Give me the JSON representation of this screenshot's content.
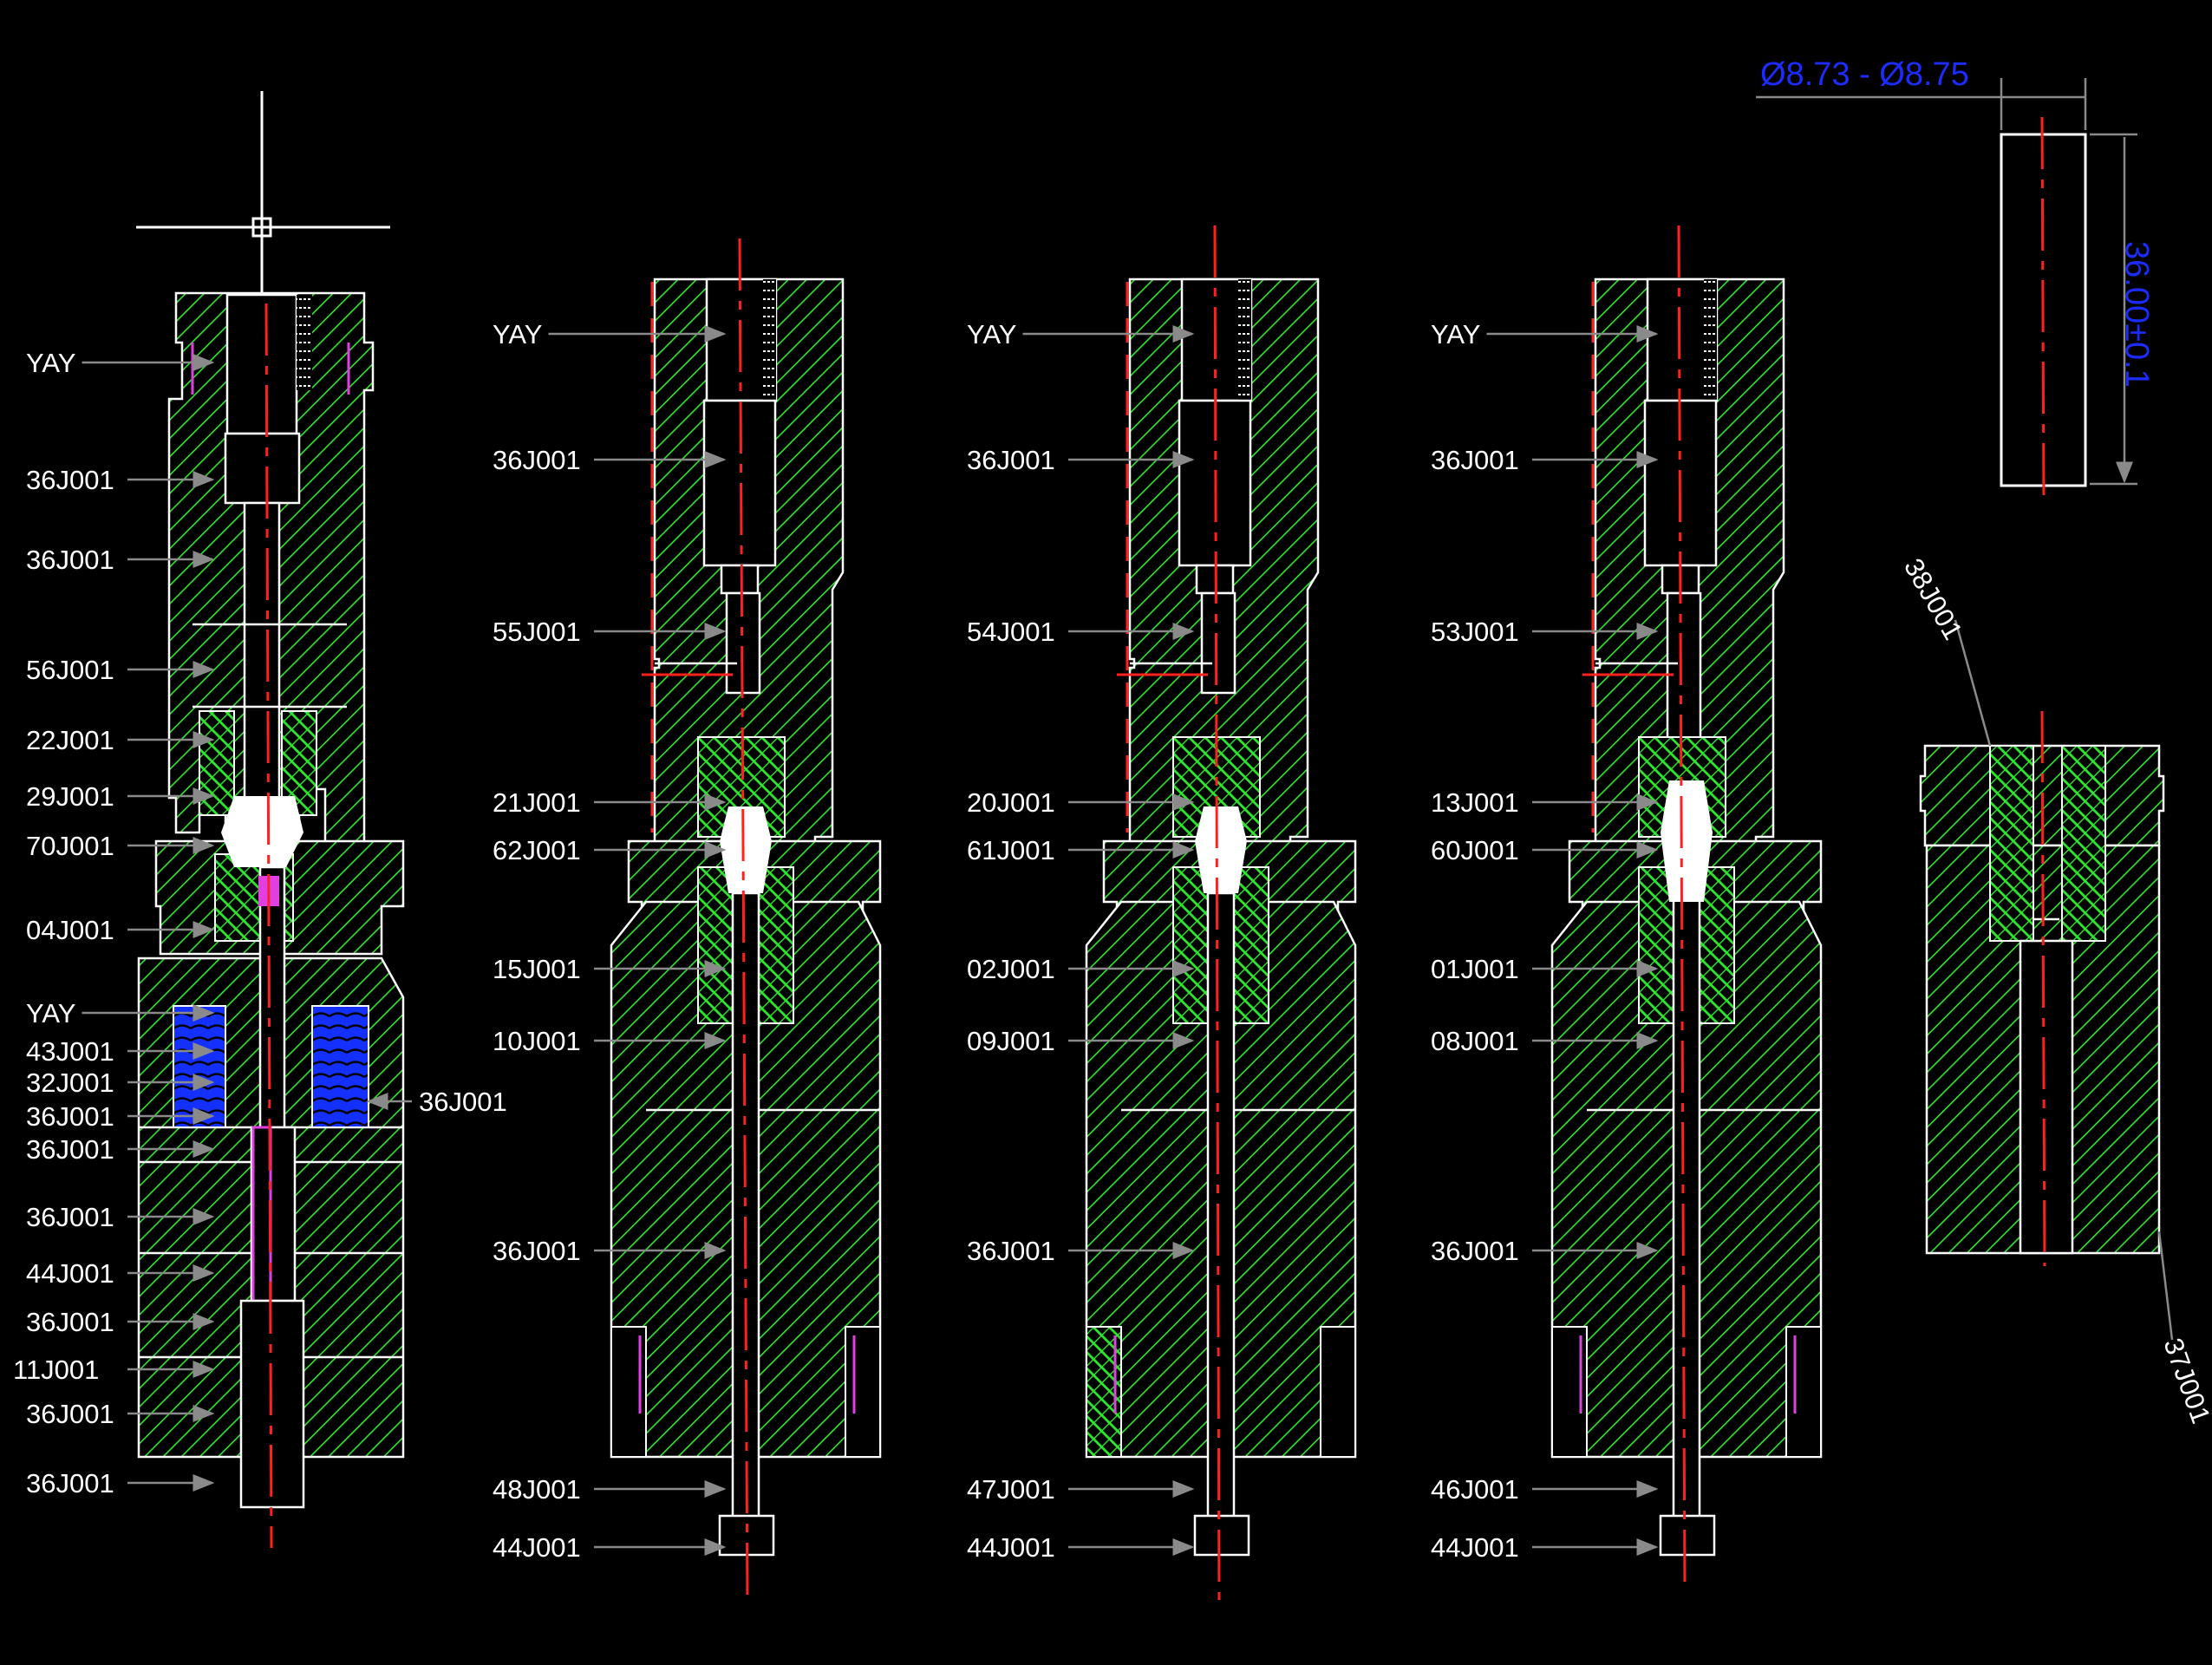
{
  "colors": {
    "background": "#000000",
    "hatch": "#2ee82e",
    "outline": "#ffffff",
    "centerline": "#ff2020",
    "spring": "#1430ff",
    "dimension": "#1c2cff",
    "leader": "#8a8a8a",
    "accent": "#e040e0"
  },
  "icons": {
    "crosshair": "crosshair-icon"
  },
  "assemblies": [
    {
      "labels": [
        "YAY",
        "36J001",
        "36J001",
        "56J001",
        "22J001",
        "29J001",
        "70J001",
        "04J001",
        "YAY",
        "43J001",
        "32J001",
        "36J001",
        "36J001",
        "36J001",
        "44J001",
        "36J001",
        "11J001",
        "36J001",
        "36J001"
      ],
      "right_labels": [
        "36J001"
      ]
    },
    {
      "labels": [
        "YAY",
        "36J001",
        "55J001",
        "21J001",
        "62J001",
        "15J001",
        "10J001",
        "36J001",
        "48J001",
        "44J001"
      ]
    },
    {
      "labels": [
        "YAY",
        "36J001",
        "54J001",
        "20J001",
        "61J001",
        "02J001",
        "09J001",
        "36J001",
        "47J001",
        "44J001"
      ]
    },
    {
      "labels": [
        "YAY",
        "36J001",
        "53J001",
        "13J001",
        "60J001",
        "01J001",
        "08J001",
        "36J001",
        "46J001",
        "44J001"
      ]
    }
  ],
  "detail": {
    "diameter_dim": "Ø8.73 - Ø8.75",
    "length_dim": "36.00±0.1",
    "label_top": "38J001",
    "label_bottom": "37J001"
  }
}
